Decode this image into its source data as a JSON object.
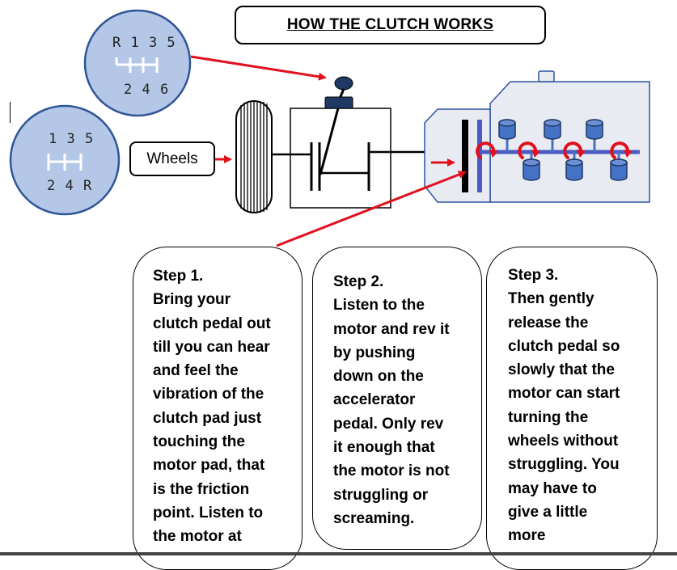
{
  "title": "HOW THE CLUTCH WORKS",
  "wheels_label": "Wheels",
  "gear_patterns": {
    "reverse_first": {
      "top": "R 1 3 5",
      "bottom": "2 4 6"
    },
    "reverse_last": {
      "top": "1 3 5",
      "bottom": "2 4 R"
    }
  },
  "steps": [
    {
      "lines": [
        "Step 1.",
        "Bring your",
        "clutch pedal out",
        "till you can hear",
        "and feel the",
        "vibration of the",
        "clutch pad just",
        "touching the",
        "motor pad, that",
        "is the friction",
        "point. Listen to",
        "the motor at"
      ]
    },
    {
      "lines": [
        "Step 2.",
        "Listen to the",
        "motor and rev it",
        "by pushing",
        "down on the",
        "accelerator",
        "pedal. Only rev",
        "it enough that",
        "the motor is not",
        "struggling or",
        "screaming."
      ]
    },
    {
      "lines": [
        "Step 3.",
        "Then gently",
        "release the",
        "clutch pedal so",
        "slowly that the",
        "motor can start",
        "turning the",
        "wheels without",
        "struggling. You",
        "may have to",
        "give a little",
        "more"
      ]
    }
  ],
  "colors": {
    "gear_circle_fill": "#b4c7e7",
    "gear_circle_stroke": "#2f5597",
    "engine_fill": "#e8ebf2",
    "engine_stroke": "#2f52a0",
    "motor_pad": "#4a5bc4",
    "piston": "#4472c4",
    "arrow_red": "#e0101e"
  }
}
